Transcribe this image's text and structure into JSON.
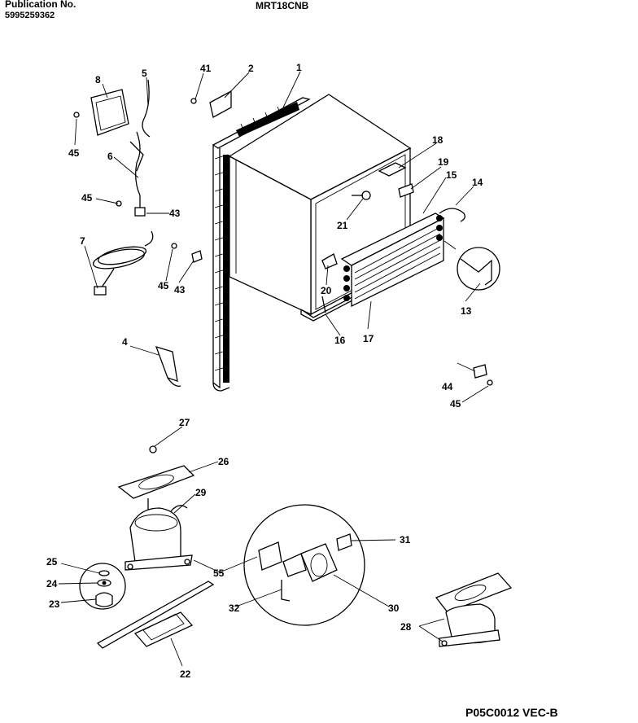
{
  "header": {
    "publication_label": "Publication No.",
    "publication_number": "5995259362",
    "model": "MRT18CNB"
  },
  "footer_code": "P05C0012 VEC-B",
  "callouts": {
    "c1": "1",
    "c2": "2",
    "c4": "4",
    "c5": "5",
    "c6": "6",
    "c7": "7",
    "c8": "8",
    "c13": "13",
    "c14": "14",
    "c15": "15",
    "c16": "16",
    "c17": "17",
    "c18": "18",
    "c19": "19",
    "c20": "20",
    "c21": "21",
    "c22": "22",
    "c23": "23",
    "c24": "24",
    "c25": "25",
    "c26": "26",
    "c27": "27",
    "c28": "28",
    "c29": "29",
    "c30": "30",
    "c31": "31",
    "c32": "32",
    "c41": "41",
    "c43a": "43",
    "c43b": "43",
    "c44": "44",
    "c45a": "45",
    "c45b": "45",
    "c45c": "45",
    "c45d": "45",
    "c55": "55"
  }
}
